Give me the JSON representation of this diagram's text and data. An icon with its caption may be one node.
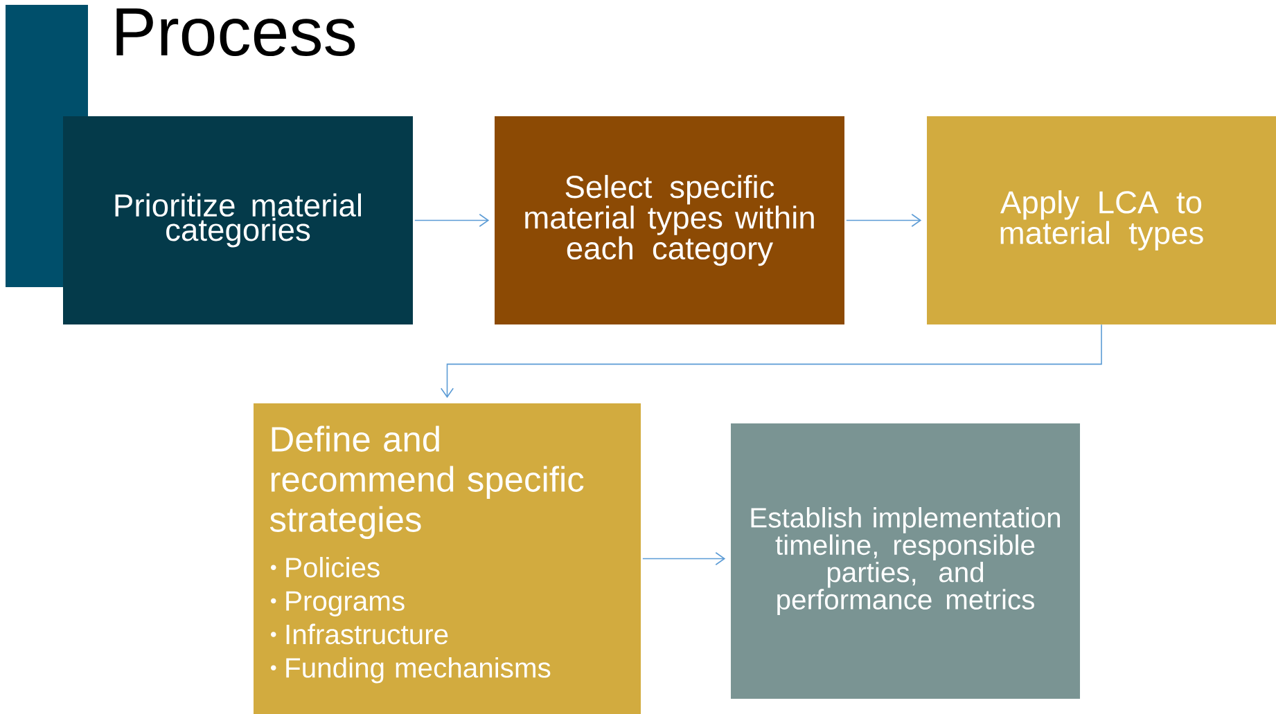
{
  "diagram": {
    "title": "Process",
    "nodes": [
      {
        "text": [
          "Prioritize material categories"
        ]
      },
      {
        "text": [
          "Select specific material types within each category"
        ]
      },
      {
        "text": [
          "Apply LCA to material types"
        ]
      },
      {
        "text": [
          "Define and recommend specific strategies",
          "Policies",
          "Programs",
          "Infrastructure",
          "Funding mechanisms"
        ]
      },
      {
        "text": [
          "Establish implementation timeline, responsible parties, and performance metrics"
        ]
      }
    ],
    "edges": [
      {
        "from": 0,
        "to": 1,
        "arrow": "to"
      },
      {
        "from": 1,
        "to": 2,
        "arrow": "to"
      },
      {
        "from": 2,
        "to": 3,
        "arrow": "to"
      },
      {
        "from": 3,
        "to": 4,
        "arrow": "to"
      }
    ]
  }
}
